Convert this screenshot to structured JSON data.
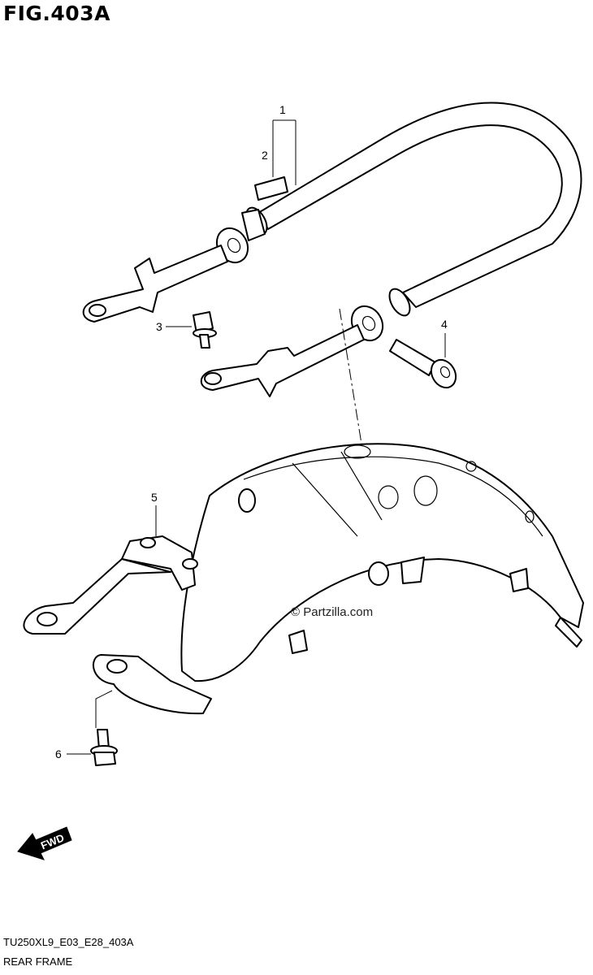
{
  "figure": {
    "title": "FIG.403A",
    "diagram_code": "TU250XL9_E03_E28_403A",
    "section_name": "REAR FRAME",
    "watermark": "© Partzilla.com",
    "direction_label": "FWD"
  },
  "callouts": [
    {
      "number": "1"
    },
    {
      "number": "2"
    },
    {
      "number": "3"
    },
    {
      "number": "4"
    },
    {
      "number": "5"
    },
    {
      "number": "6"
    }
  ]
}
